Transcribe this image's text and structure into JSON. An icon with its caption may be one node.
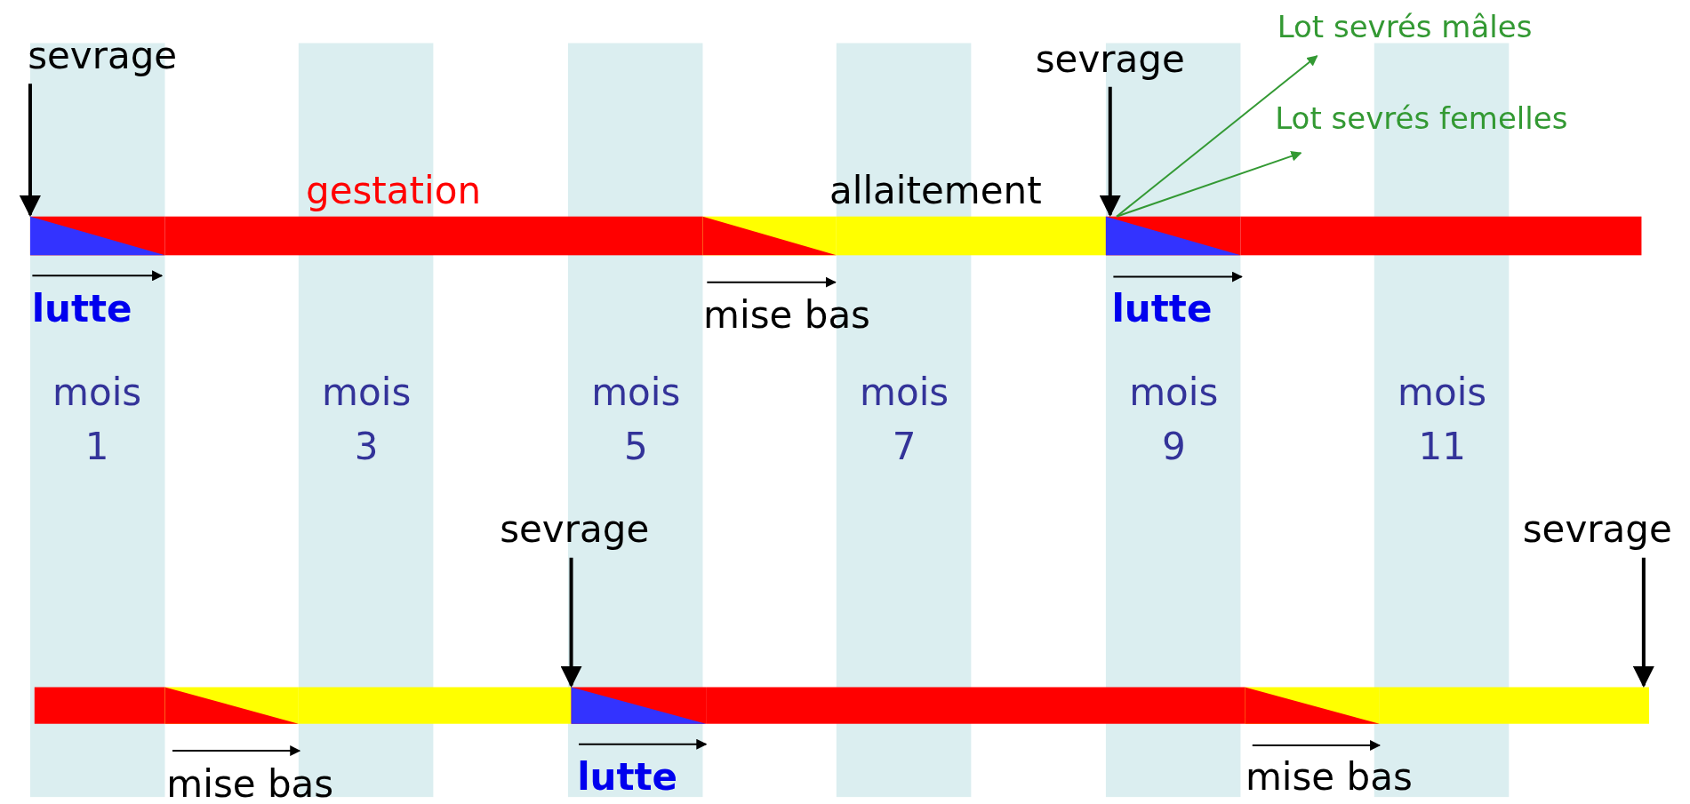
{
  "diagram": {
    "nodes": [
      {
        "text": [
          "Lot sevrés mâles"
        ]
      },
      {
        "text": [
          "sevrage"
        ]
      },
      {
        "text": [
          "sevrage"
        ]
      },
      {
        "text": [
          "Lot sevrés femelles"
        ]
      },
      {
        "text": [],
        "shape": "bar"
      },
      {
        "text": [
          "sevrage"
        ]
      },
      {
        "text": [
          "sevrage"
        ]
      },
      {
        "text": [],
        "shape": "bar"
      }
    ],
    "edges": [
      {
        "from": 1,
        "to": 4,
        "arrow": "to"
      },
      {
        "from": 2,
        "to": 4,
        "arrow": "to"
      },
      {
        "from": 4,
        "to": 0,
        "arrow": "to",
        "color": "#339933"
      },
      {
        "from": 4,
        "to": 3,
        "arrow": "to",
        "color": "#339933"
      },
      {
        "from": 5,
        "to": 7,
        "arrow": "to"
      },
      {
        "from": 6,
        "to": 7,
        "arrow": "to"
      }
    ],
    "labels": [
      "gestation",
      "allaitement",
      "lutte",
      "mise bas",
      "lutte",
      "mois 1",
      "mois 3",
      "mois 5",
      "mois 7",
      "mois 9",
      "mois 11",
      "mise bas",
      "lutte",
      "mise bas"
    ]
  }
}
